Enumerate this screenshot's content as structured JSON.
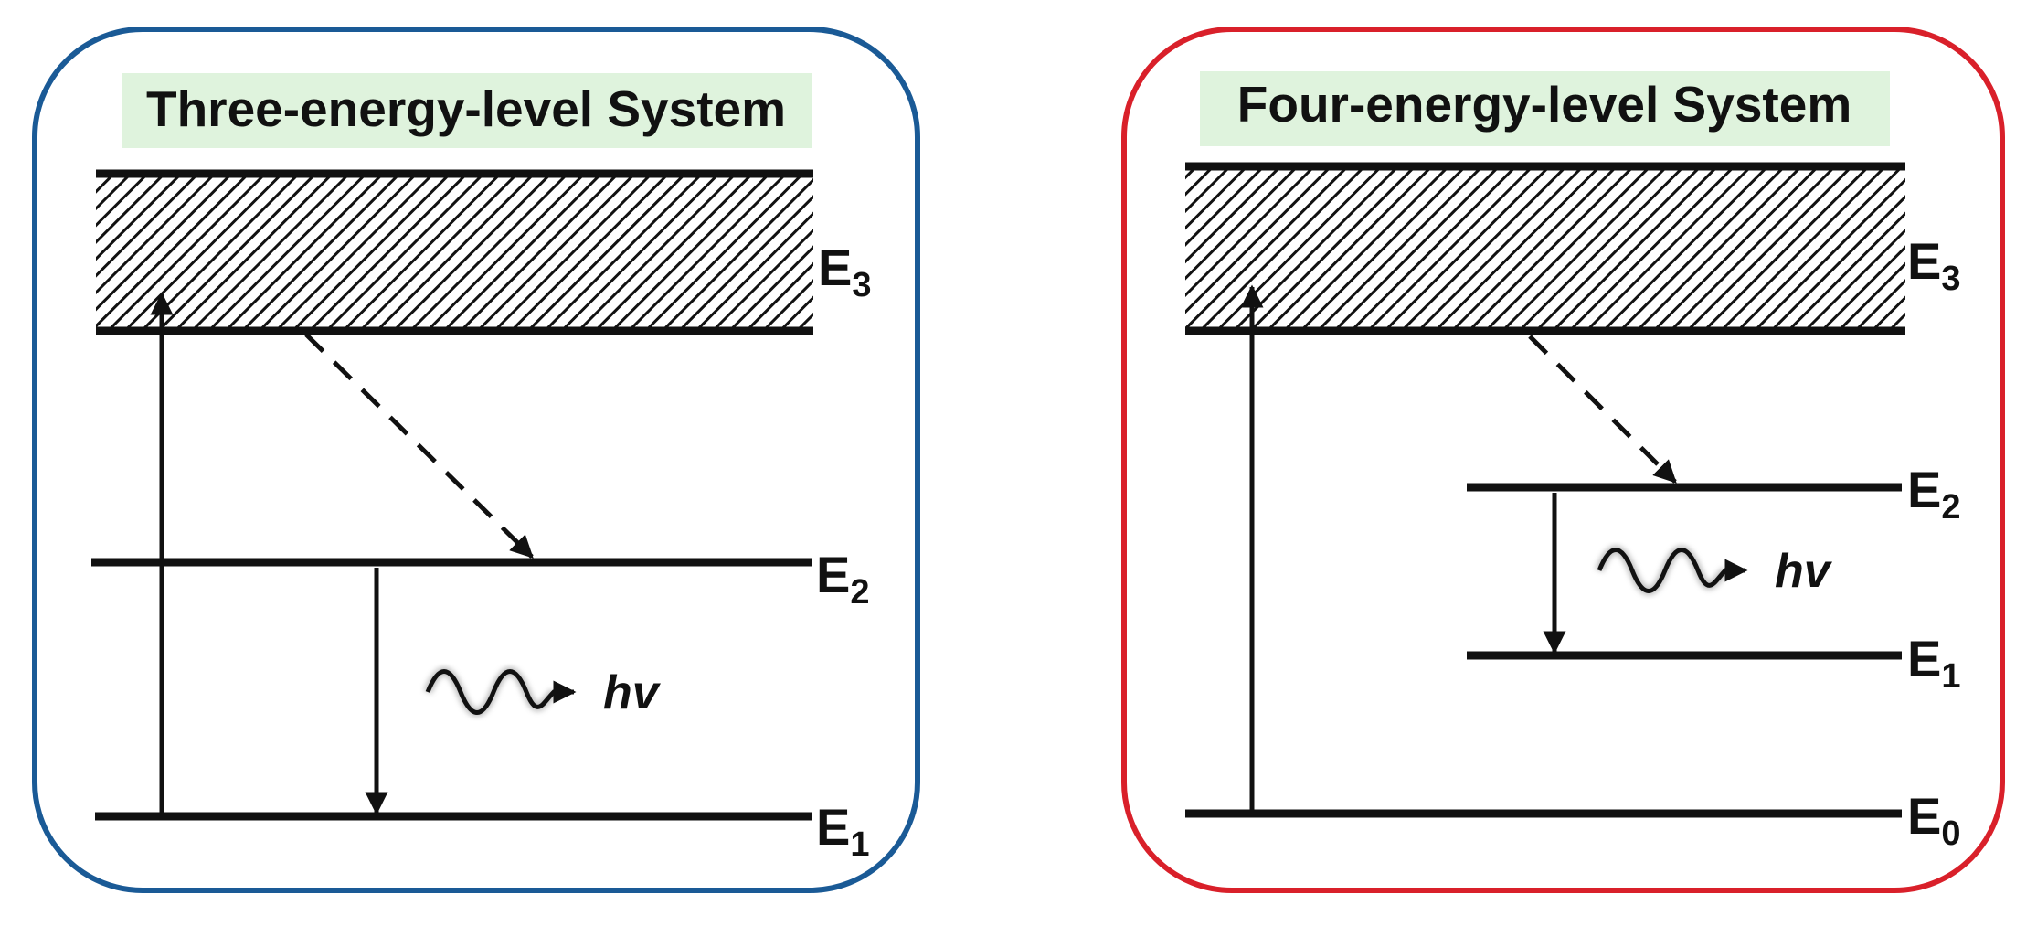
{
  "colors": {
    "panel_left_border": "#1a5a96",
    "panel_right_border": "#d9202a",
    "title_background": "#dff3dd",
    "line": "#111111"
  },
  "panels": [
    {
      "title": "Three-energy-level System",
      "levels": [
        {
          "main": "E",
          "sub": "3"
        },
        {
          "main": "E",
          "sub": "2"
        },
        {
          "main": "E",
          "sub": "1"
        }
      ],
      "photon": "hv"
    },
    {
      "title": "Four-energy-level System",
      "levels": [
        {
          "main": "E",
          "sub": "3"
        },
        {
          "main": "E",
          "sub": "2"
        },
        {
          "main": "E",
          "sub": "1"
        },
        {
          "main": "E",
          "sub": "0"
        }
      ],
      "photon": "hv"
    }
  ]
}
